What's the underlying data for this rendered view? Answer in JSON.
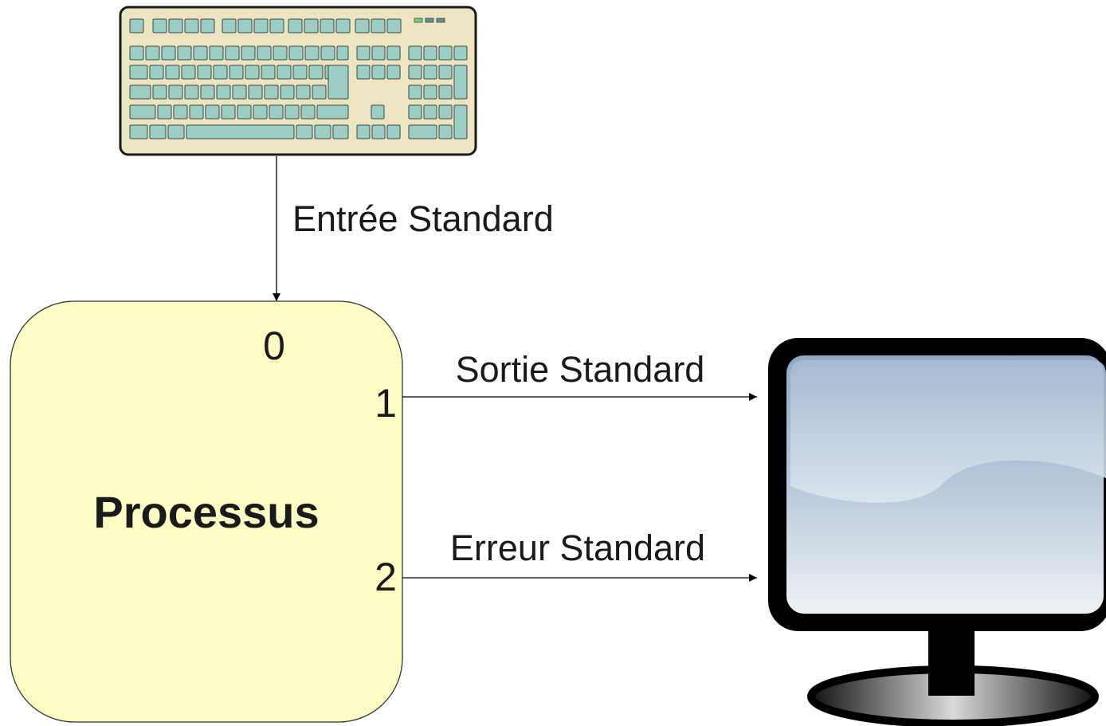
{
  "keyboard": {
    "icon": "keyboard-icon"
  },
  "monitor": {
    "icon": "monitor-icon"
  },
  "process": {
    "label": "Processus"
  },
  "descriptors": {
    "stdin": "0",
    "stdout": "1",
    "stderr": "2"
  },
  "arrows": {
    "stdin_label": "Entrée Standard",
    "stdout_label": "Sortie Standard",
    "stderr_label": "Erreur Standard"
  },
  "colors": {
    "process_fill": "#fdfcc4",
    "keyboard_body": "#ede4c2",
    "keyboard_keys": "#9bcdc5",
    "monitor_frame": "#000000",
    "screen_top": "#9ab2cd",
    "screen_bottom": "#e9eef4"
  }
}
